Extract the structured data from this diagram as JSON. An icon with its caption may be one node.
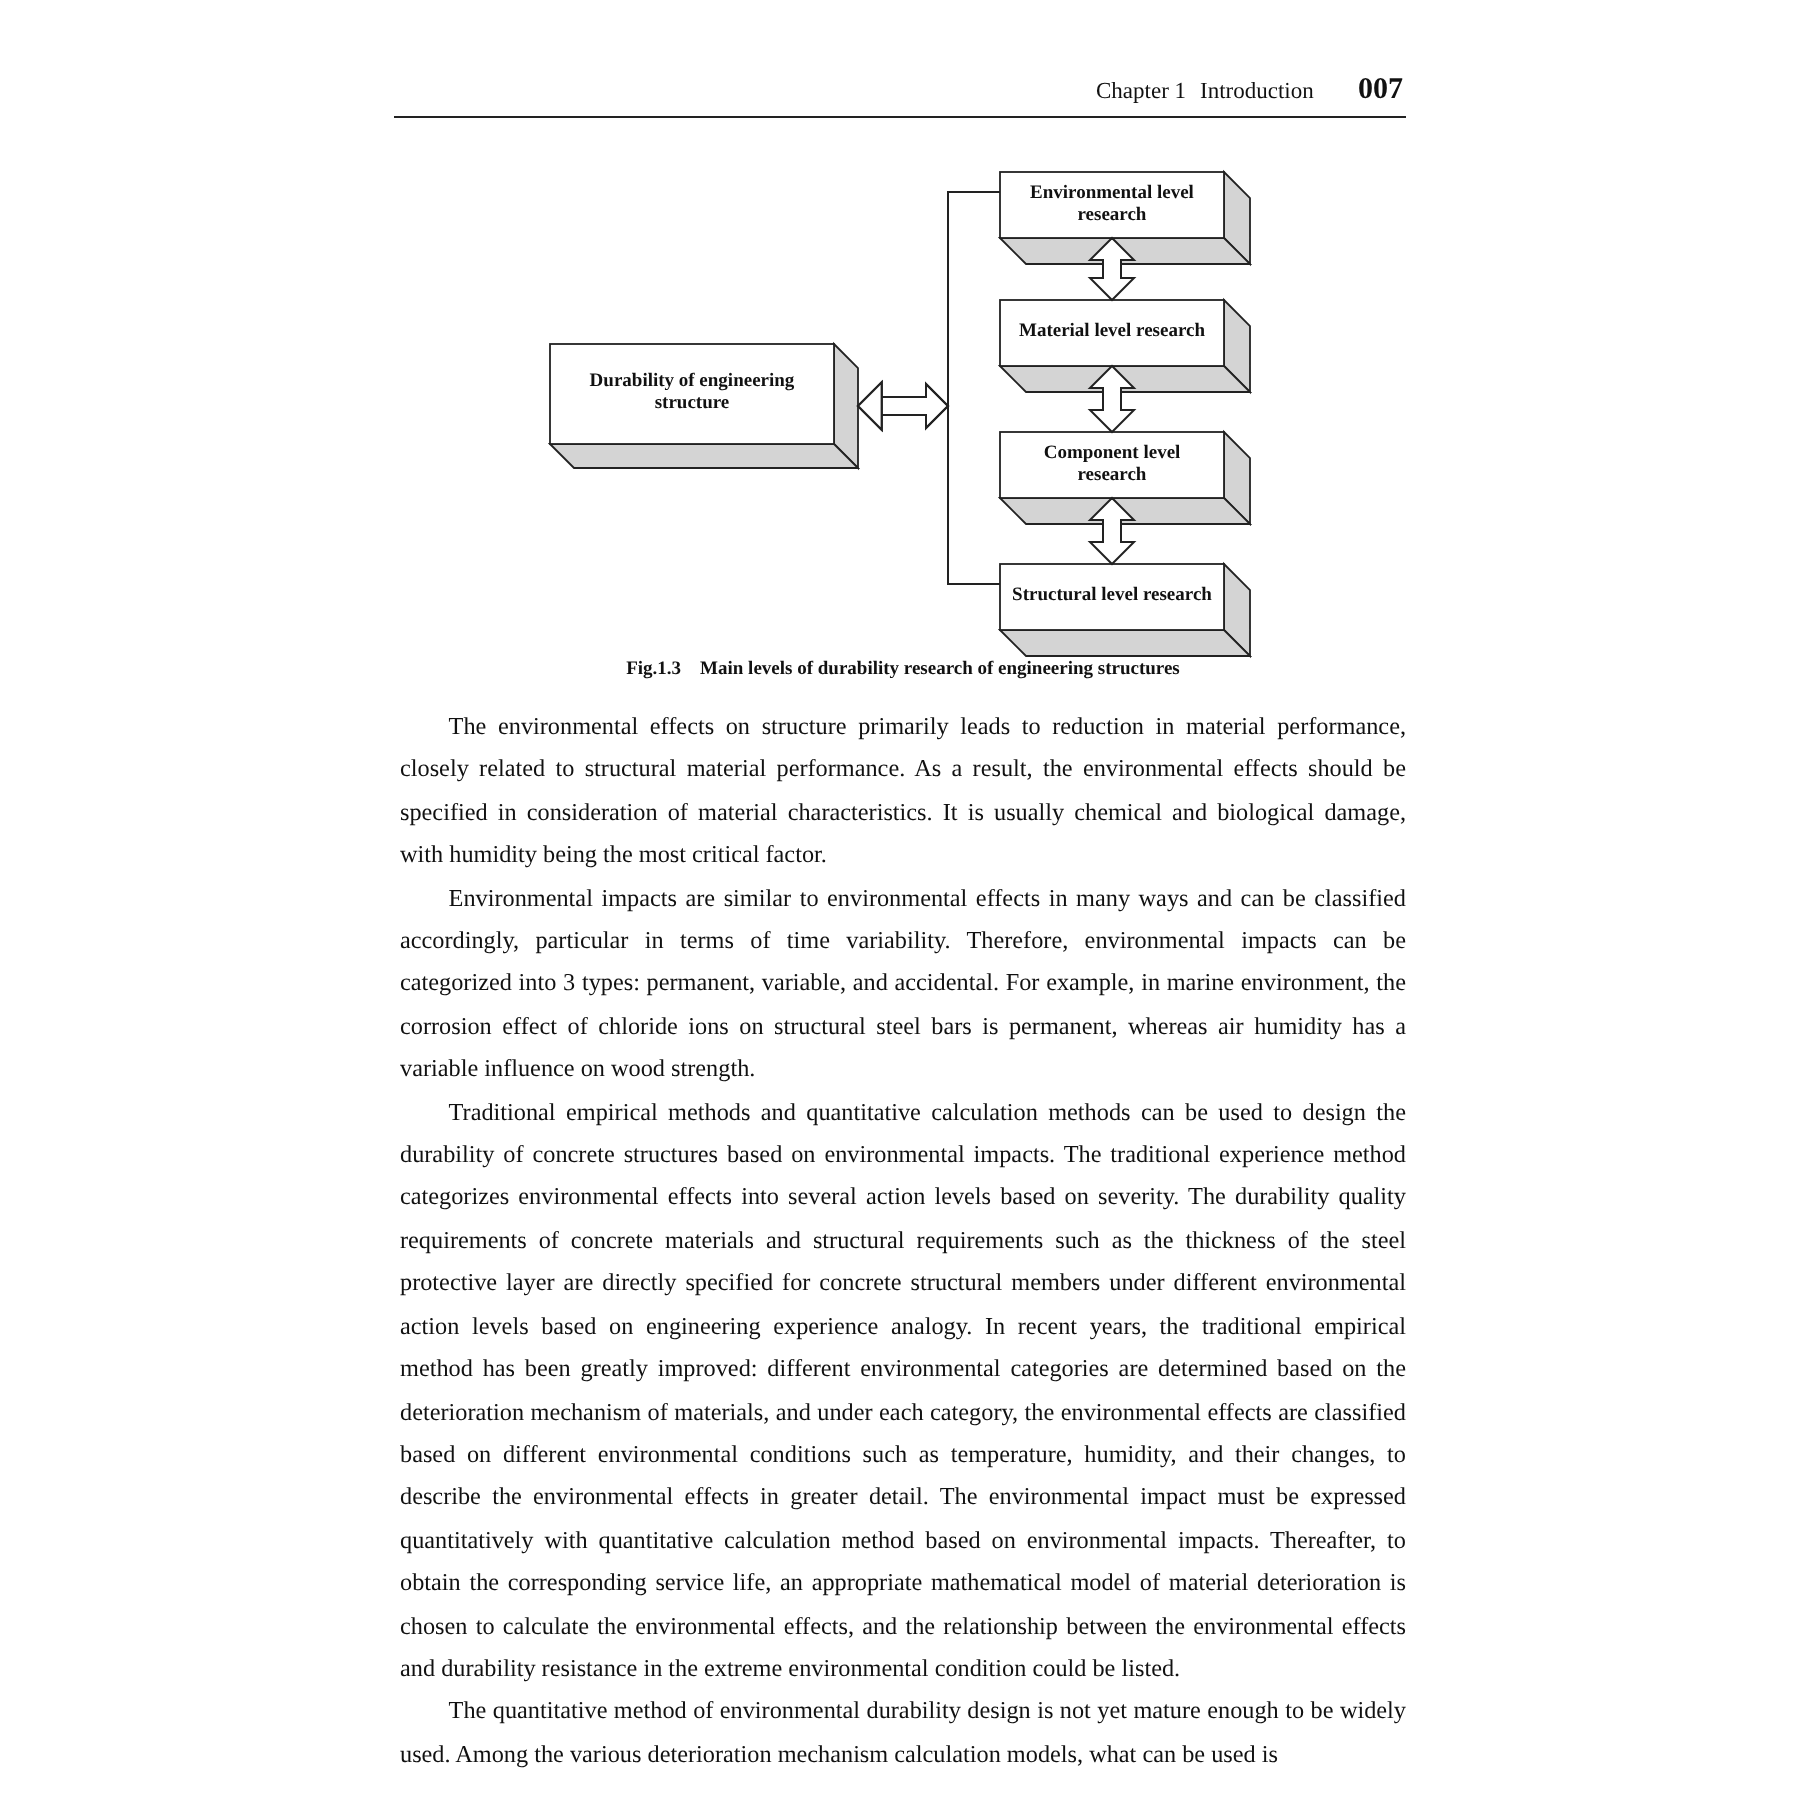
{
  "diagram": {
    "caption": "Fig.1.3    Main levels of durability research of engineering structures",
    "nodes": [
      {
        "text": [
          "Durability of engineering structure"
        ]
      },
      {
        "text": [
          "Environmental level research"
        ]
      },
      {
        "text": [
          "Material level research"
        ]
      },
      {
        "text": [
          "Component level research"
        ]
      },
      {
        "text": [
          "Structural level research"
        ]
      }
    ],
    "edges": [
      {
        "from": 1,
        "to": 0,
        "arrow": "to"
      },
      {
        "from": 4,
        "to": 0,
        "arrow": "to"
      },
      {
        "from": 1,
        "to": 2,
        "arrow": "both"
      },
      {
        "from": 2,
        "to": 3,
        "arrow": "both"
      },
      {
        "from": 3,
        "to": 4,
        "arrow": "both"
      }
    ],
    "labels": [
      "Chapter 1",
      "Introduction",
      "007",
      "The environmental effects on structure primarily leads to reduction in material performance, closely related to structural material performance. As a result, the environmental effects should be specified in consideration of  material characteristics. It is usually chemical and biological damage, with humidity being the most critical factor.",
      "Environmental impacts are similar to environmental effects in many ways and can be classified accordingly, particular in terms of time variability. Therefore, environmental impacts can be categorized into 3 types: permanent, variable, and accidental. For example, in marine environment, the corrosion effect of chloride ions on structural steel bars is permanent, whereas air humidity has a variable influence on wood strength.",
      "Traditional empirical methods and quantitative calculation methods can be used to design the durability of concrete structures based on environmental impacts. The traditional experience method categorizes environmental effects into several action levels based on severity. The durability quality requirements of concrete materials and structural requirements such as the thickness of the steel protective layer are directly specified for concrete structural members under different environmental action levels based on engineering experience analogy. In recent years, the traditional empirical method has been greatly improved: different environmental categories are determined based on the deterioration mechanism of materials, and under each category, the environmental effects are classified based on different environmental conditions such as temperature, humidity, and their changes, to describe the environmental effects in greater detail. The environmental impact must be expressed quantitatively with quantitative calculation method based on environmental impacts. Thereafter, to obtain the corresponding service life, an appropriate mathematical model of material deterioration is chosen to calculate the environmental effects, and the relationship between the environmental effects and durability resistance in the extreme environmental condition could be listed.",
      "The quantitative method of environmental durability design is not yet mature enough to be widely used. Among the various deterioration mechanism calculation models, what can be used is"
    ]
  }
}
